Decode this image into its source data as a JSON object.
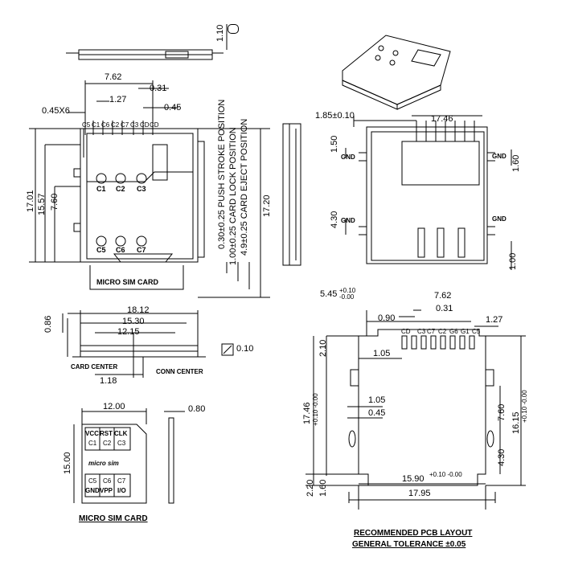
{
  "top_left_view": {
    "dims": {
      "h110": "1.10",
      "d762": "7.62",
      "d031": "0.31",
      "d127": "1.27",
      "d045": "0.45",
      "d045x6": "0.45X6",
      "d1701": "17.01",
      "d1557": "15.57",
      "d760": "7.60",
      "d030push": "0.30±0.25 PUSH STROKE POSITION",
      "d100lock": "1.00±0.25 CARD LOCK POSITION",
      "d49eject": "4.9±0.25 CARD EJECT POSITION",
      "d1720": "17.20"
    },
    "top_pins": [
      "C5",
      "C1",
      "C6",
      "C2",
      "C7",
      "C3",
      "CD",
      "CD"
    ],
    "contacts_top": [
      "C1",
      "C2",
      "C3"
    ],
    "contacts_bottom": [
      "C5",
      "C6",
      "C7"
    ],
    "card_label": "MICRO SIM CARD"
  },
  "right_top_view": {
    "dims": {
      "d185": "1.85±0.10",
      "d1746": "17.46",
      "d150": "1.50",
      "d160": "1.60",
      "d430": "4.30",
      "d100": "1.00"
    },
    "gnd": [
      "GND",
      "GND",
      "GND",
      "GND"
    ]
  },
  "front_view": {
    "dims": {
      "d086": "0.86",
      "d1812": "18.12",
      "d1530": "15.30",
      "d1215": "12.15",
      "d118": "1.18",
      "d010": "0.10"
    },
    "card_center": "CARD CENTER",
    "conn_center": "CONN CENTER"
  },
  "card_drawing": {
    "dims": {
      "d1200": "12.00",
      "d1500": "15.00",
      "d080": "0.80"
    },
    "pads_top": [
      "VCC",
      "RST",
      "CLK"
    ],
    "pads_top_ids": [
      "C1",
      "C2",
      "C3"
    ],
    "pads_bottom": [
      "GND",
      "VPP",
      "I/O"
    ],
    "pads_bottom_ids": [
      "C5",
      "C6",
      "C7"
    ],
    "brand": "micro sim",
    "title": "MICRO SIM CARD"
  },
  "pcb_layout": {
    "dims": {
      "d545": "5.45",
      "d545tol_up": "+0.10",
      "d545tol_dn": "-0.00",
      "d762": "7.62",
      "d090": "0.90",
      "d031": "0.31",
      "d127": "1.27",
      "d210": "2.10",
      "d105a": "1.05",
      "d105b": "1.05",
      "d045": "0.45",
      "d1746": "17.46",
      "d1746tol": "+0.10 -0.00",
      "d760": "7.60",
      "d1615": "16.15",
      "d1615tol": "+0.10 -0.00",
      "d430": "4.30",
      "d1590": "15.90",
      "d1590tol": "+0.10 -0.00",
      "d1795": "17.95",
      "d220": "2.20",
      "d160": "1.60"
    },
    "pins": [
      "CD",
      "C3",
      "C7",
      "C2",
      "G6",
      "G1",
      "C5"
    ],
    "title": "RECOMMENDED PCB LAYOUT",
    "tolerance": "GENERAL TOLERANCE ±0.05"
  }
}
